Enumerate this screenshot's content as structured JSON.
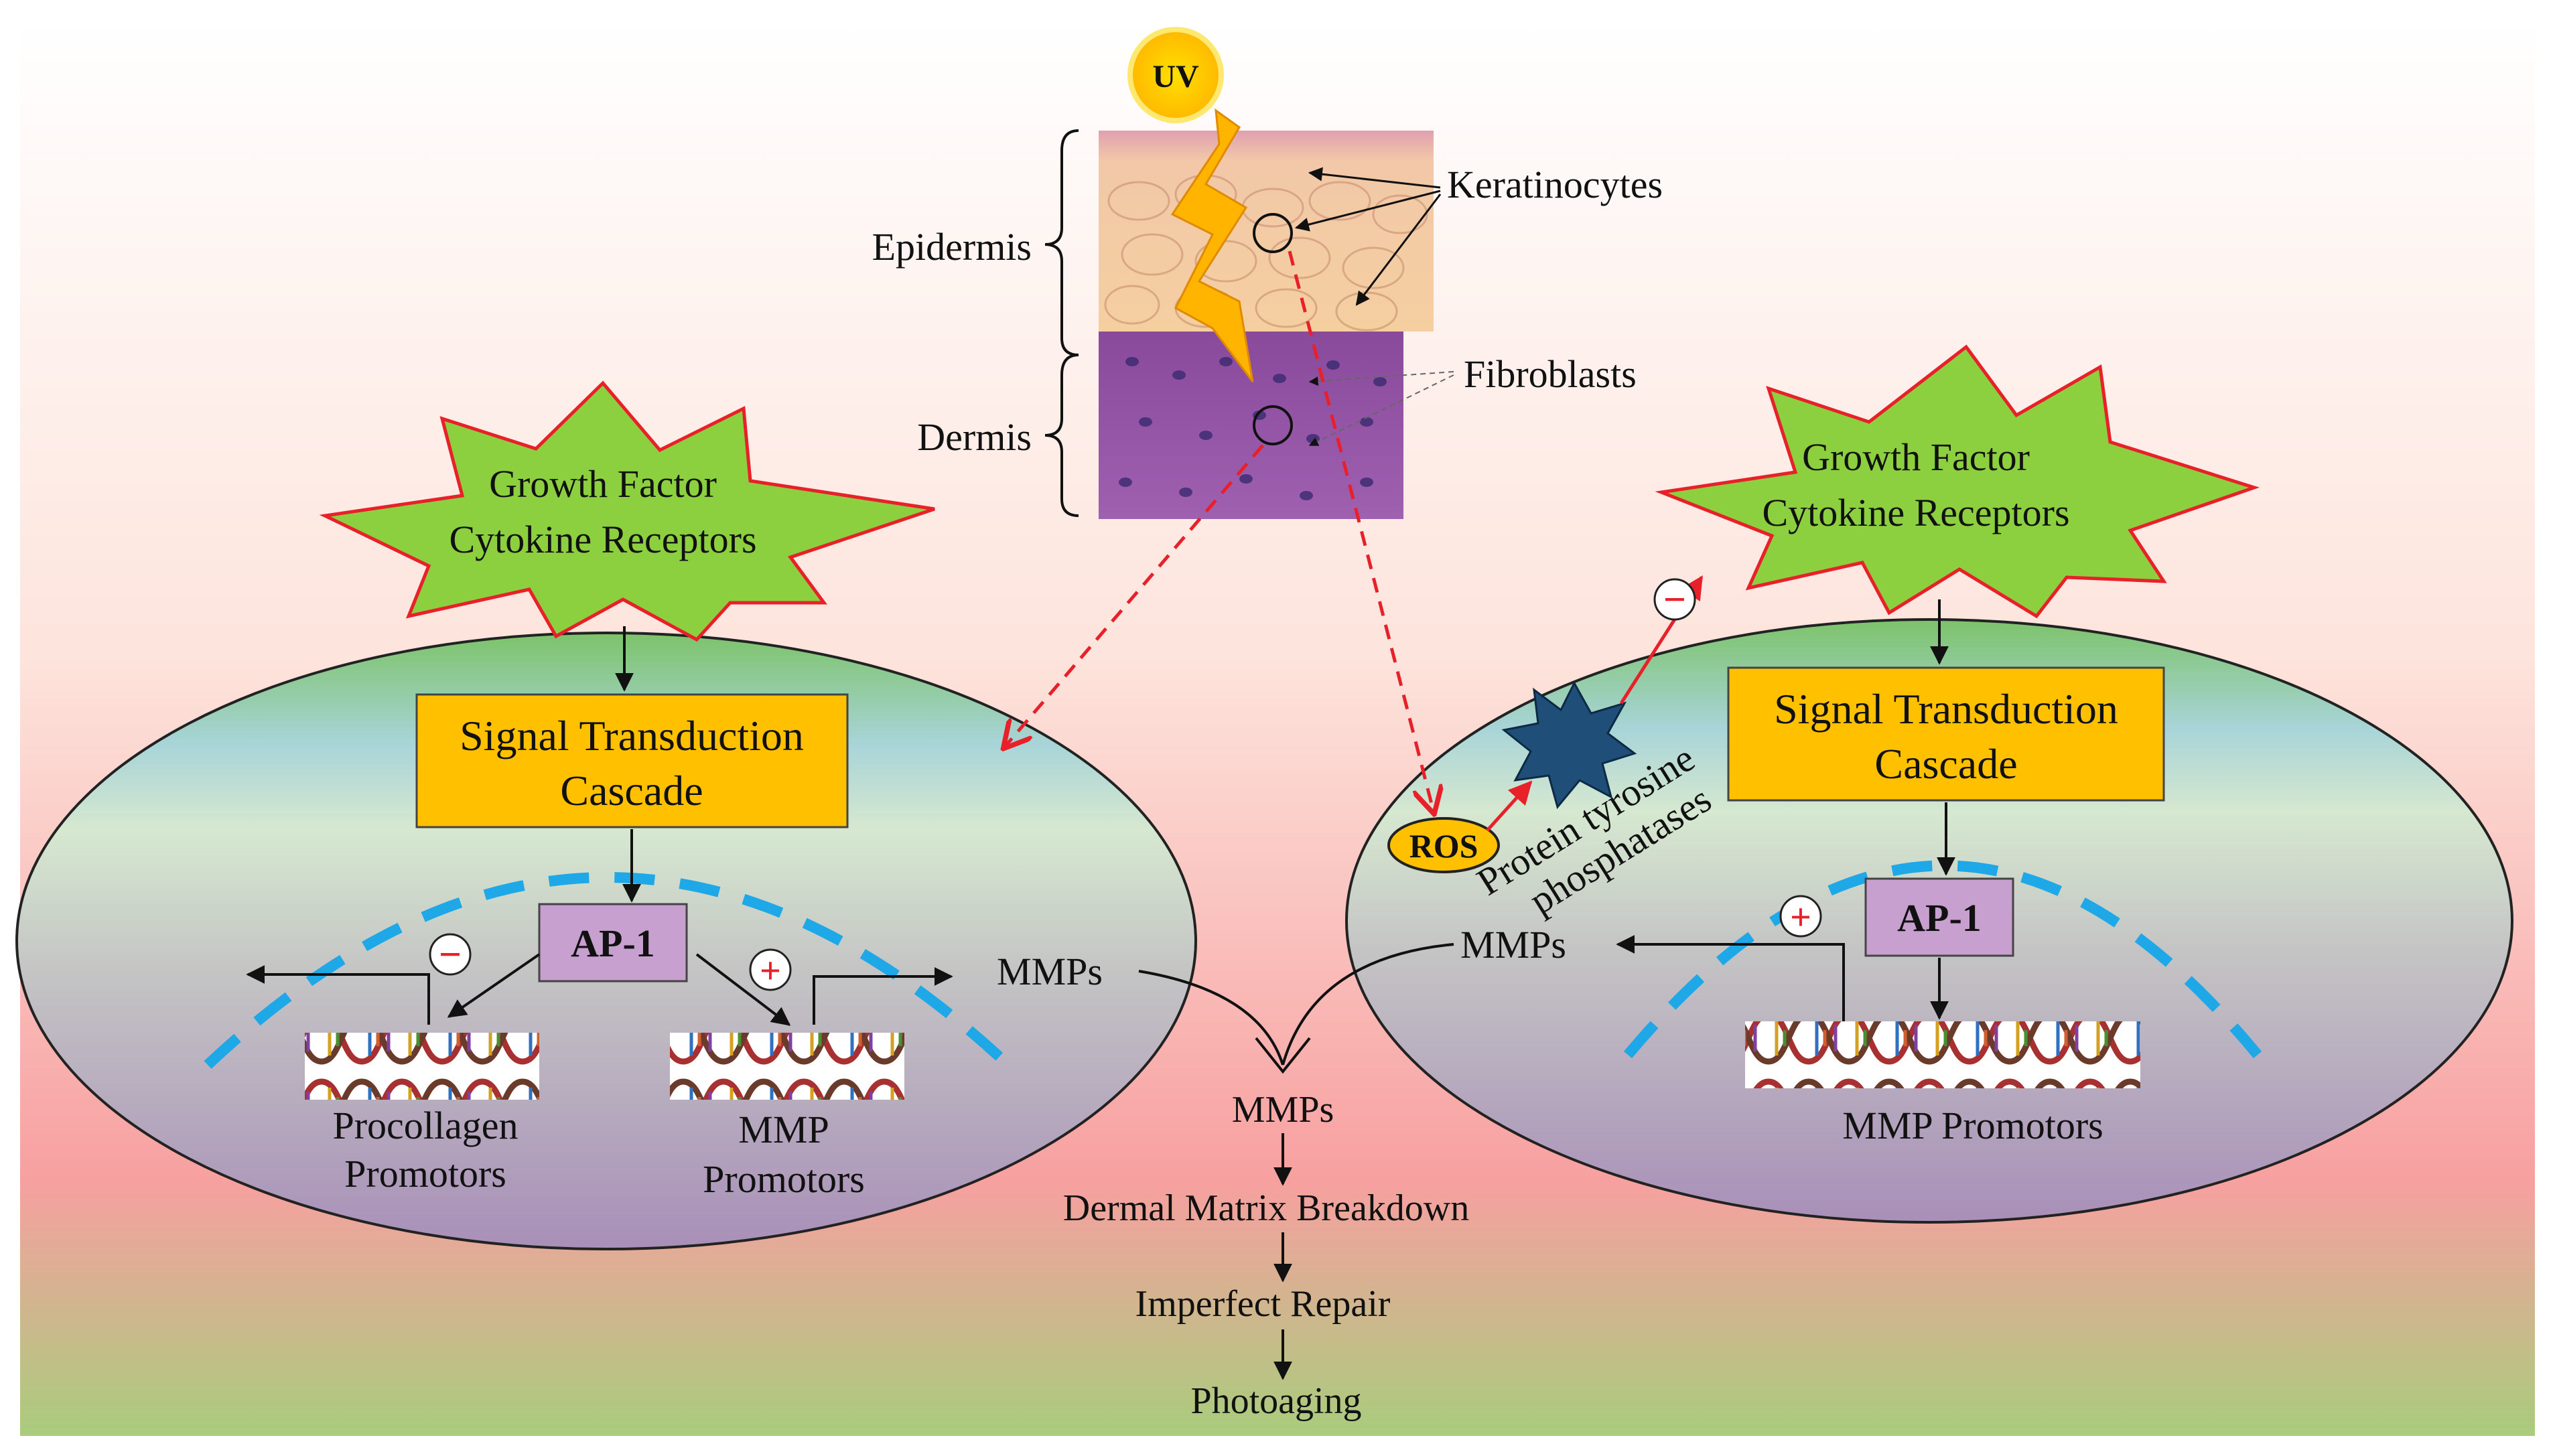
{
  "uv": "UV",
  "skin": {
    "epidermis": "Epidermis",
    "dermis": "Dermis",
    "keratinocytes": "Keratinocytes",
    "fibroblasts": "Fibroblasts"
  },
  "left_cell": {
    "receptor_line1": "Growth Factor",
    "receptor_line2": "Cytokine Receptors",
    "cascade_line1": "Signal Transduction",
    "cascade_line2": "Cascade",
    "ap1": "AP-1",
    "minus": "−",
    "plus": "+",
    "procollagen_line1": "Procollagen",
    "procollagen_line2": "Promotors",
    "mmp_line1": "MMP",
    "mmp_line2": "Promotors",
    "mmps": "MMPs"
  },
  "right_cell": {
    "receptor_line1": "Growth Factor",
    "receptor_line2": "Cytokine Receptors",
    "cascade_line1": "Signal Transduction",
    "cascade_line2": "Cascade",
    "ap1": "AP-1",
    "ros": "ROS",
    "ptp_line1": "Protein tyrosine",
    "ptp_line2": "phosphatases",
    "minus": "−",
    "plus": "+",
    "mmp_promotors": "MMP Promotors",
    "mmps": "MMPs"
  },
  "flow": {
    "mmps": "MMPs",
    "breakdown": "Dermal Matrix Breakdown",
    "repair": "Imperfect Repair",
    "photoaging": "Photoaging"
  },
  "colors": {
    "receptor_fill": "#8ccf3f",
    "receptor_stroke": "#e8202a",
    "box_fill": "#ffc000",
    "ap1_fill": "#c8a0d0",
    "membrane": "#1fa8e8",
    "ros_fill": "#ffc000",
    "ptp_fill": "#1f4e79",
    "uv_fill": "#ffd000",
    "bolt_fill": "#ffb400",
    "signal_red": "#e8202a"
  }
}
